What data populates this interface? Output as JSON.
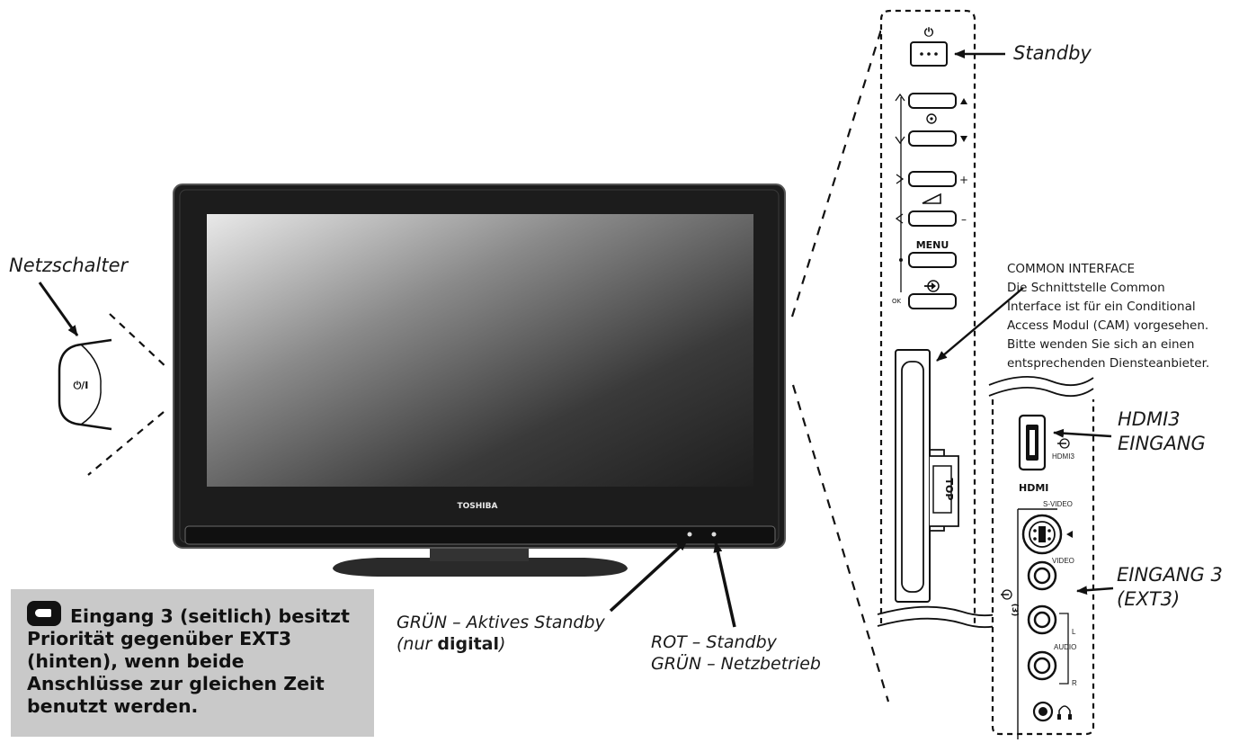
{
  "labels": {
    "power_switch": "Netzschalter",
    "power_switch_symbol": "⏻/I",
    "standby": "Standby",
    "standby_button_symbol": "⏻",
    "menu": "MENU",
    "ok": "OK",
    "brand": "TOSHIBA",
    "slot_tag": "TOP",
    "hdmi3_line1": "HDMI3",
    "hdmi3_line2": "EINGANG",
    "hdmi3_port": "HDMI3",
    "hdmi_logo": "HDMI",
    "svideo": "S-VIDEO",
    "video": "VIDEO",
    "audio": "AUDIO",
    "audio_l": "L",
    "audio_r": "R",
    "input3_marker": "(3)",
    "input3_line1": "EINGANG 3",
    "input3_line2": "(EXT3)",
    "led_green_line1": "GRÜN – Aktives Standby",
    "led_green_line2_prefix": "(nur ",
    "led_green_line2_bold": "digital",
    "led_green_line2_suffix": ")",
    "led_red_line1": "ROT – Standby",
    "led_red_line2": "GRÜN – Netzbetrieb"
  },
  "common_interface": {
    "lines": [
      "COMMON INTERFACE",
      "Die Schnittstelle Common",
      "Interface ist für ein Conditional",
      "Access Modul (CAM) vorgesehen.",
      "Bitte wenden Sie sich an einen",
      "entsprechenden Diensteanbieter."
    ]
  },
  "note": {
    "text": "Eingang 3 (seitlich) besitzt Priorität gegenüber EXT3 (hinten), wenn beide Anschlüsse zur gleichen Zeit benutzt werden."
  },
  "colors": {
    "note_background": "#c9c9c9",
    "tv_bezel": "#1c1c1c"
  }
}
